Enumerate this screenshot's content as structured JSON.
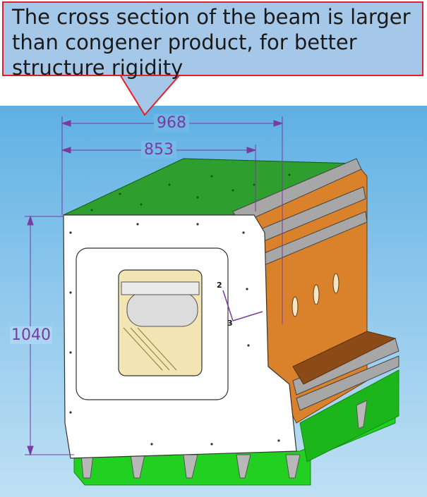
{
  "callout": {
    "text": "The cross section of the beam is larger than congener product, for better structure rigidity"
  },
  "dimensions": {
    "overall_width": "968",
    "inner_width": "853",
    "height": "1040"
  },
  "markers": {
    "point_2": "2",
    "point_3": "3"
  },
  "colors": {
    "callout_fill": "#a6c8e8",
    "callout_border": "#e0202a",
    "background": "#6fb8e6",
    "top_plate": "#2e9e2e",
    "base": "#1fd11f",
    "frame_face": "#ffffff",
    "rib_orange": "#d9822b",
    "dimension_line": "#7a3aa0"
  }
}
